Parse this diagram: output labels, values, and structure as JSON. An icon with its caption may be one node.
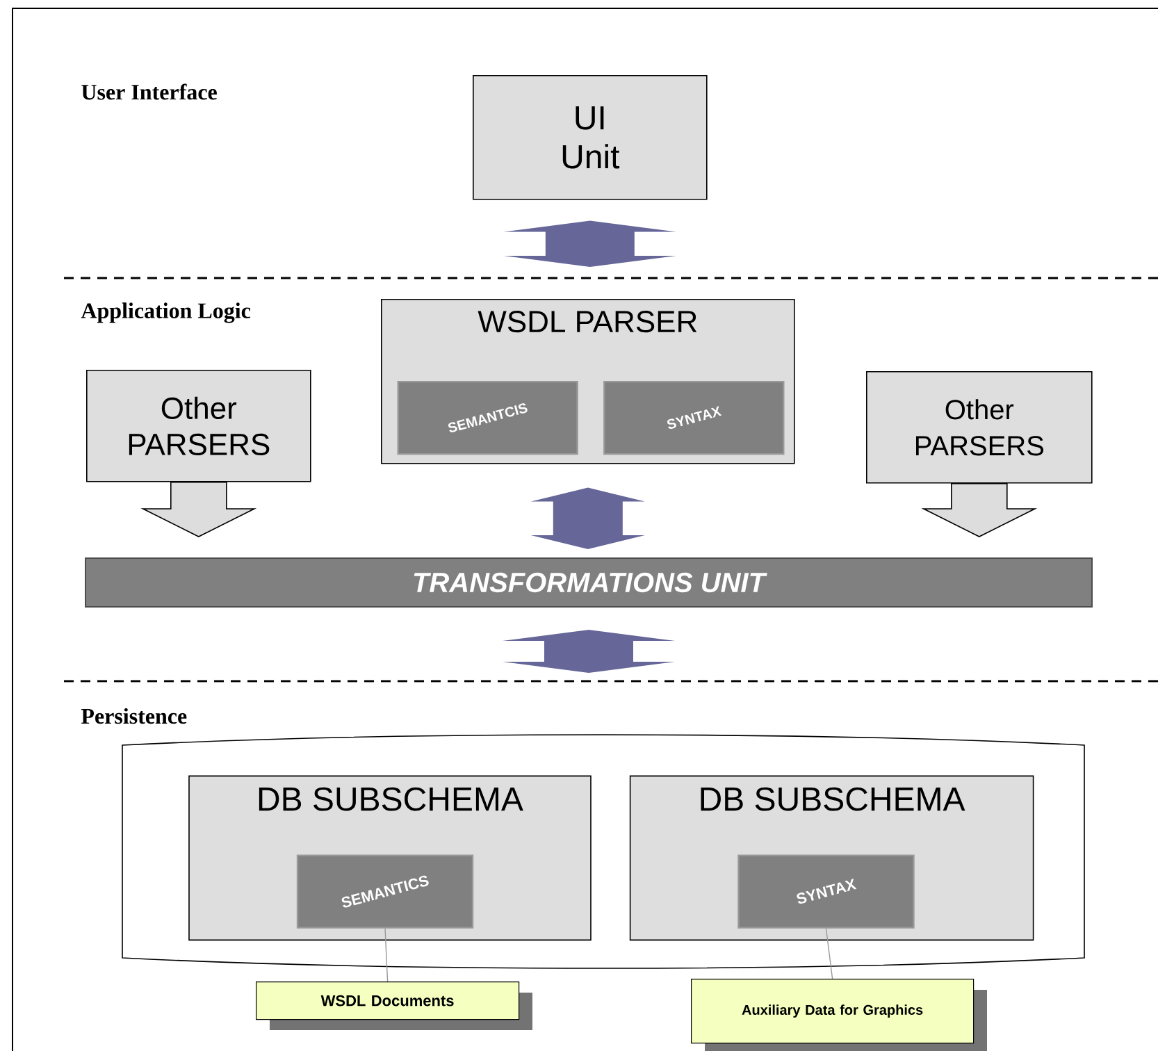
{
  "diagram": {
    "nodes": [
      {
        "text": [
          "UI Unit"
        ]
      },
      {
        "text": [
          "WSDL PARSER"
        ]
      },
      {
        "text": [
          "SEMANTCIS"
        ],
        "in": 1
      },
      {
        "text": [
          "SYNTAX"
        ],
        "in": 1
      },
      {
        "text": [
          "Other PARSERS"
        ]
      },
      {
        "text": [
          "Other PARSERS"
        ]
      },
      {
        "text": [
          "TRANSFORMATIONS UNIT"
        ]
      },
      {
        "text": [],
        "shape": "cylinder"
      },
      {
        "text": [
          "DB SUBSCHEMA"
        ],
        "in": 7
      },
      {
        "text": [
          "SEMANTICS"
        ],
        "in": 8
      },
      {
        "text": [
          "DB SUBSCHEMA"
        ],
        "in": 7
      },
      {
        "text": [
          "SYNTAX"
        ],
        "in": 10
      },
      {
        "text": [
          "WSDL Documents"
        ]
      },
      {
        "text": [
          "Auxiliary Data for Graphics"
        ]
      }
    ],
    "edges": [
      {
        "from": 0,
        "to": 1,
        "arrow": "both"
      },
      {
        "from": 1,
        "to": 6,
        "arrow": "both"
      },
      {
        "from": 6,
        "to": 7,
        "arrow": "both"
      },
      {
        "from": 4,
        "to": 6,
        "arrow": "to",
        "color": "#dddddd"
      },
      {
        "from": 5,
        "to": 6,
        "arrow": "to",
        "color": "#dddddd"
      },
      {
        "from": 9,
        "to": 12,
        "arrow": "none",
        "color": "#999999"
      },
      {
        "from": 11,
        "to": 13,
        "arrow": "none",
        "color": "#999999"
      }
    ],
    "labels": [
      "User Interface",
      "Application Logic",
      "Persistence"
    ]
  }
}
